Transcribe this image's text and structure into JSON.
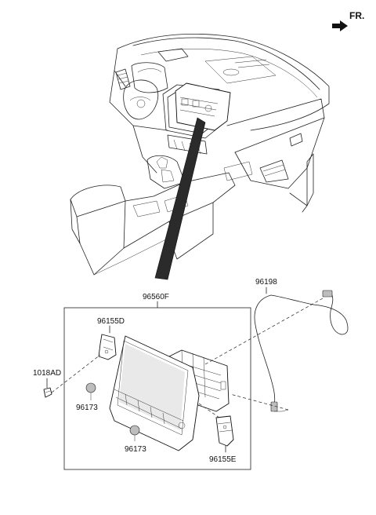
{
  "direction": {
    "label": "FR."
  },
  "parts": {
    "head_unit": "96560F",
    "bracket_upper_left": "96155D",
    "bracket_lower_right": "96155E",
    "screw": "1018AD",
    "knob_left": "96173",
    "knob_bottom": "96173",
    "cable": "96198"
  },
  "colors": {
    "line": "#222222",
    "fill": "#ffffff",
    "dark": "#2b2b2b"
  }
}
